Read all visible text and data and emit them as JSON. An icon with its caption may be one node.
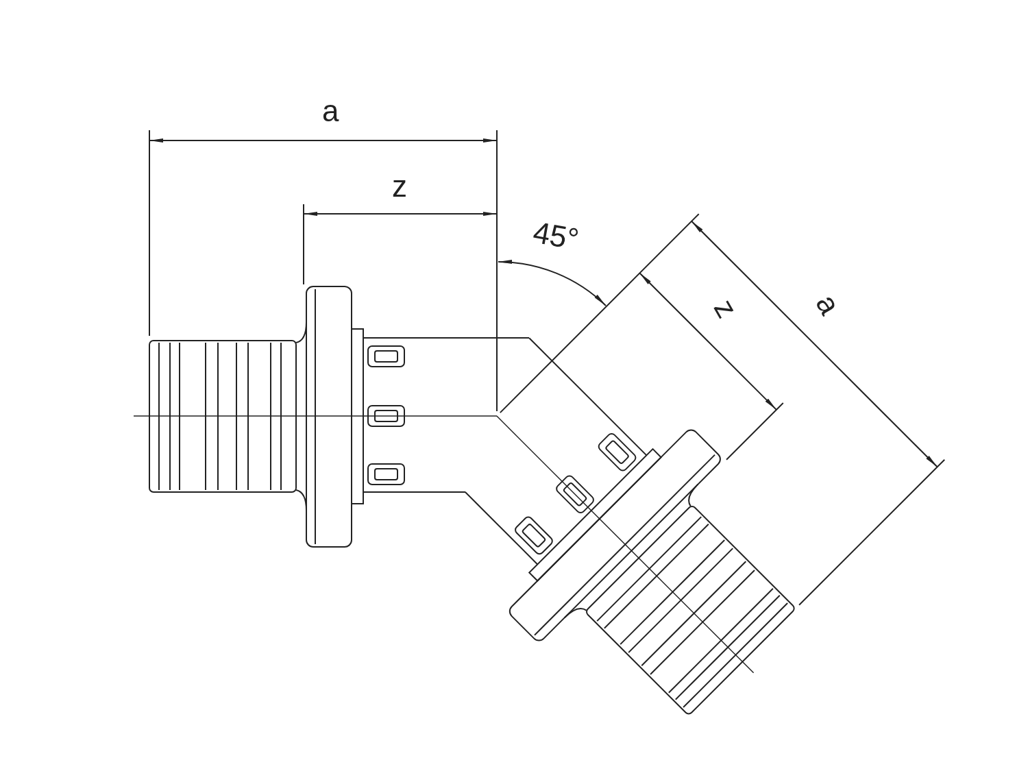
{
  "diagram": {
    "labels": [
      "a",
      "z",
      "45°",
      "z",
      "a"
    ]
  }
}
